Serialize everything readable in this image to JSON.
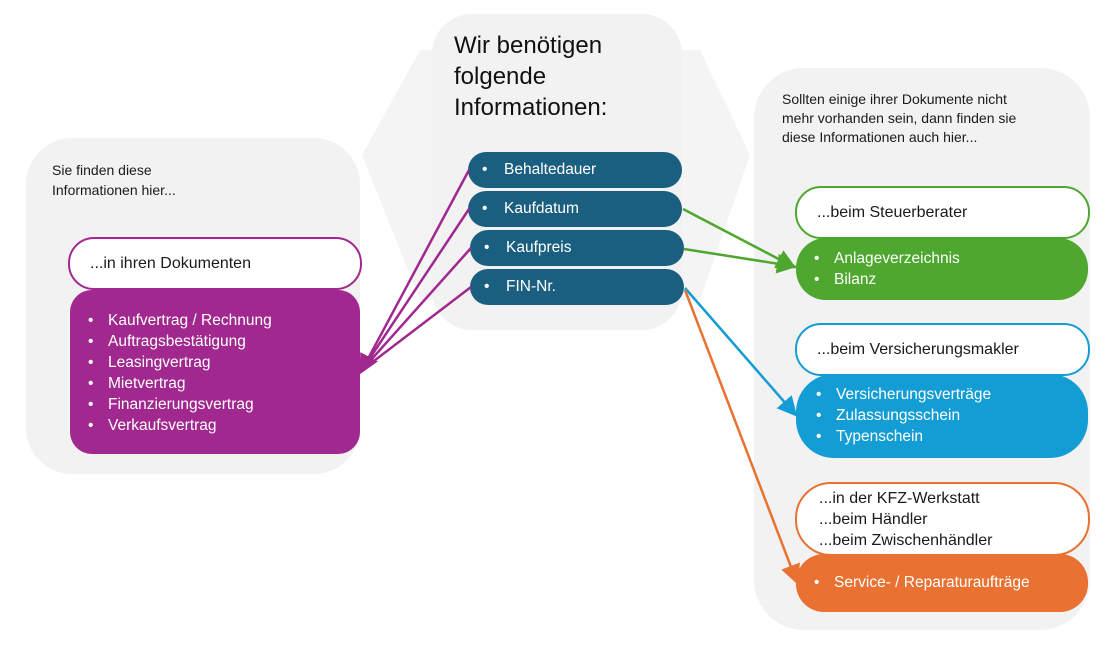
{
  "left": {
    "caption": "Sie finden diese Informationen hier...",
    "caption_lines": [
      "Sie finden diese",
      "Informationen hier..."
    ],
    "source_label": "...in ihren Dokumenten",
    "items": [
      "Kaufvertrag / Rechnung",
      "Auftragsbestätigung",
      "Leasingvertrag",
      "Mietvertrag",
      "Finanzierungsvertrag",
      "Verkaufsvertrag"
    ],
    "color": "#a0288f"
  },
  "center": {
    "title_lines": [
      "Wir benötigen",
      "folgende",
      "Informationen:"
    ],
    "items": [
      "Behaltedauer",
      "Kaufdatum",
      "Kaufpreis",
      "FIN-Nr."
    ],
    "color": "#1b5f80"
  },
  "right": {
    "caption_lines": [
      "Sollten einige ihrer Dokumente nicht",
      "mehr vorhanden sein, dann finden sie",
      "diese Informationen auch hier..."
    ],
    "groups": [
      {
        "label_lines": [
          "...beim Steuerberater"
        ],
        "items": [
          "Anlageverzeichnis",
          "Bilanz"
        ],
        "color": "#4ea72e"
      },
      {
        "label_lines": [
          "...beim Versicherungsmakler"
        ],
        "items": [
          "Versicherungsverträge",
          "Zulassungsschein",
          "Typenschein"
        ],
        "color": "#149dd4"
      },
      {
        "label_lines": [
          "...in der KFZ-Werkstatt",
          "...beim Händler",
          "...beim Zwischenhändler"
        ],
        "items": [
          "Service- / Reparaturaufträge"
        ],
        "color": "#e97132"
      }
    ]
  },
  "connectors": [
    {
      "from": "Behaltedauer",
      "to": "...in ihren Dokumenten",
      "color": "#a0288f"
    },
    {
      "from": "Kaufdatum",
      "to": "...in ihren Dokumenten",
      "color": "#a0288f"
    },
    {
      "from": "Kaufpreis",
      "to": "...in ihren Dokumenten",
      "color": "#a0288f"
    },
    {
      "from": "FIN-Nr.",
      "to": "...in ihren Dokumenten",
      "color": "#a0288f"
    },
    {
      "from": "Kaufdatum",
      "to": "...beim Steuerberater",
      "color": "#4ea72e"
    },
    {
      "from": "Kaufpreis",
      "to": "...beim Steuerberater",
      "color": "#4ea72e"
    },
    {
      "from": "FIN-Nr.",
      "to": "...beim Versicherungsmakler",
      "color": "#149dd4"
    },
    {
      "from": "FIN-Nr.",
      "to": "...in der KFZ-Werkstatt",
      "color": "#e97132"
    }
  ]
}
